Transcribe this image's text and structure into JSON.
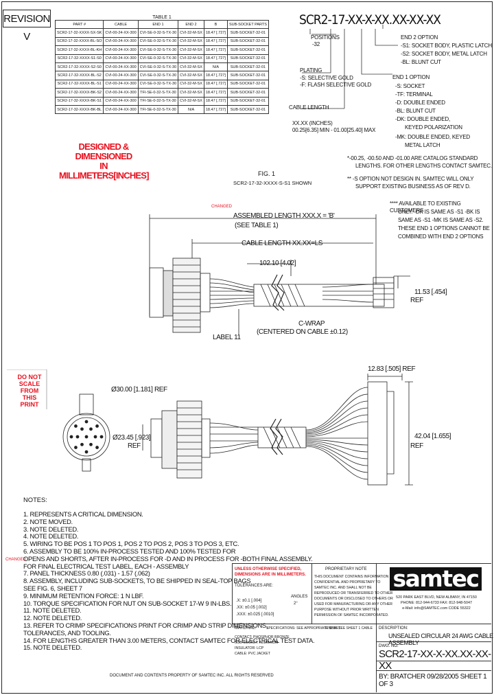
{
  "revision_label": "REVISION V",
  "part_title": "SCR2-17-XX-X-XX.XX-XX-XX",
  "table1": {
    "caption": "TABLE 1",
    "headers": [
      "PART #",
      "CABLE",
      "END 1",
      "END 2",
      "B",
      "SUB-SOCKET PARTS"
    ],
    "rows": [
      [
        "SCR2-17-32-XXXX-SX-SK",
        "CVI-00-24-XX-300",
        "CVI-SE-0-32-S-TX-30",
        "CVI-32-M-SX",
        "18.47 [.727]",
        "SUB-SOCKET-32-01"
      ],
      [
        "SCR2-17-32-XXXX-BL-SO",
        "CVI-00-24-XX-300",
        "CVI-SE-0-32-S-TX-30",
        "CVI-32-M-SX",
        "18.47 [.727]",
        "SUB-SOCKET-32-01"
      ],
      [
        "SCR2-17-32-XXXX-BL-KH",
        "CVI-00-24-XX-300",
        "CVI-SE-0-32-S-TX-30",
        "CVI-32-M-SX",
        "18.47 [.727]",
        "SUB-SOCKET-32-01"
      ],
      [
        "SCR2-17-32-XXXX-S1-S0",
        "CVI-00-24-XX-300",
        "CVI-SE-0-32-S-TX-30",
        "CVI-32-M-SX",
        "18.47 [.727]",
        "SUB-SOCKET-32-01"
      ],
      [
        "SCR2-17-32-XXXX-S2-S0",
        "CVI-00-24-XX-300",
        "CVI-SE-0-32-S-TX-30",
        "CVI-32-M-SX",
        "N/A",
        "SUB-SOCKET-32-01"
      ],
      [
        "SCR2-17-32-XXXX-BL-S2",
        "CVI-00-24-XX-300",
        "CVI-SE-0-32-S-TX-30",
        "CVI-32-M-SX",
        "18.47 [.727]",
        "SUB-SOCKET-32-01"
      ],
      [
        "SCR2-17-32-XXXX-BL-S1",
        "CVI-00-24-XX-300",
        "CVI-SE-0-32-S-TX-30",
        "CVI-32-M-SX",
        "18.47 [.727]",
        "SUB-SOCKET-32-01"
      ],
      [
        "SCR2-17-32-XXXX-BK-S2",
        "CVI-00-24-XX-300",
        "TFI-SE-0-32-S-TX-30",
        "CVI-32-M-SX",
        "18.47 [.727]",
        "SUB-SOCKET-32-01"
      ],
      [
        "SCR2-17-32-XXXX-BK-S1",
        "CVI-00-24-XX-300",
        "TFI-SE-0-32-S-TX-30",
        "CVI-32-M-SX",
        "18.47 [.727]",
        "SUB-SOCKET-32-01"
      ],
      [
        "SCR2-17-32-XXXX-BK-BL",
        "CVI-00-24-XX-300",
        "TFI-SE-0-32-S-TX-30",
        "N/A",
        "18.47 [.727]",
        "SUB-SOCKET-32-01"
      ]
    ]
  },
  "options": {
    "positions_title": "POSITIONS",
    "positions_value": "-32",
    "plating_title": "PLATING",
    "plating_lines": [
      "-S: SELECTIVE GOLD",
      "-F: FLASH SELECTIVE GOLD"
    ],
    "cable_length_title": "CABLE LENGTH",
    "cable_length_lines": [
      "XX.XX (INCHES)",
      "00.25[6.35] MIN - 01.00[25.40] MAX"
    ],
    "end2_title": "END 2 OPTION",
    "end2_lines": [
      "-S1: SOCKET BODY, PLASTIC LATCH",
      "-S2: SOCKET BODY, METAL LATCH",
      "-BL: BLUNT CUT"
    ],
    "end1_title": "END 1 OPTION",
    "end1_lines": [
      "-S: SOCKET",
      "-TF: TERMINAL",
      "-D: DOUBLE ENDED",
      "-BL: BLUNT CUT",
      "-DK: DOUBLE ENDED,",
      "KEYED POLARIZATION",
      "-MK: DOUBLE ENDED, KEYED",
      "METAL LATCH"
    ]
  },
  "designed_label": [
    "DESIGNED & DIMENSIONED",
    "IN MILLIMETERS[INCHES]"
  ],
  "std_notes": [
    "*-00.25, -00.50 AND -01.00 ARE CATALOG STANDARD",
    "LENGTHS. FOR OTHER LENGTHS CONTACT SAMTEC.",
    "** -S OPTION NOT DESIGN IN. SAMTEC WILL ONLY",
    "SUPPORT EXISTING BUSINESS AS OF REV D."
  ],
  "avail_notes": [
    "**** AVAILABLE TO EXISTING CUSTOMERS",
    "ONLY. -DK IS SAME AS -S1 -BK IS",
    "SAME AS -S1 -MK IS SAME AS -S2.",
    "THESE END 1 OPTIONS CANNOT BE",
    "COMBINED WITH END 2 OPTIONS"
  ],
  "fig1": {
    "title": "FIG. 1",
    "subtitle": "SCR2-17-32-XXXX-S-S1 SHOWN",
    "assembled_length": "ASSEMBLED LENGTH XXX.X = 'B'",
    "see_table": "(SEE TABLE 1)",
    "cable_length": "CABLE LENGTH XX.XX=LS",
    "dim_top": "102.10 [4.02]",
    "dim_right": "11.53 [.454]",
    "ref": "REF",
    "wrap_label": "C-WRAP",
    "wrap_note": "(CENTERED ON CABLE ±0.12)",
    "label_callout": "LABEL 11",
    "changed_mark": "CHANGED"
  },
  "do_not_scale": [
    "DO NOT",
    "SCALE FROM",
    "THIS PRINT"
  ],
  "lower_view": {
    "dia_ref": "Ø30.00 [1.181] REF",
    "dim_left": "Ø23.45 [.923]",
    "ref": "REF",
    "dim_top_right": "12.83 [.505] REF",
    "dim_right": "42.04 [1.655]",
    "ref2": "REF"
  },
  "notes_title": "NOTES:",
  "notes": [
    "1.   REPRESENTS A CRITICAL DIMENSION.",
    "2.   NOTE MOVED.",
    "3.   NOTE DELETED.",
    "4.   NOTE DELETED.",
    "5.   WIRING TO BE POS 1 TO POS 1, POS 2 TO POS 2, POS 3 TO POS 3, ETC.",
    "6.   ASSEMBLY TO BE 100% IN-PROCESS TESTED AND 100% TESTED FOR",
    "      OPENS AND SHORTS, AFTER IN-PROCESS FOR -D AND IN PROCESS FOR -BOTH FINAL ASSEMBLY.",
    "      FOR FINAL ELECTRICAL TEST LABEL, EACH - ASSEMBLY",
    "7.   PANEL THICKNESS 0.80 (.031) - 1.57 (.062)",
    "8.   ASSEMBLY, INCLUDING SUB-SOCKETS, TO BE SHIPPED IN SEAL-TOP BAGS",
    "      SEE FIG. 6, SHEET 7",
    "9.   MINIMUM RETENTION FORCE: 1 N LBF.",
    "10. TORQUE SPECIFICATION FOR NUT ON SUB-SOCKET 17-W 9 IN-LBS.",
    "11. NOTE DELETED.",
    "12. NOTE DELETED.",
    "13. REFER TO CRIMP SPECIFICATIONS PRINT FOR CRIMP AND STRIP DIMENSIONS,",
    "      TOLERANCES, AND TOOLING.",
    "14. FOR LENGTHS GREATER THAN 3.00 METERS, CONTACT SAMTEC FOR ELECTRICAL TEST DATA.",
    "15. NOTE DELETED."
  ],
  "notes_red_mark": "CHANGED",
  "bottom_footer": "DOCUMENT AND CONTENTS PROPERTY OF SAMTEC INC. ALL RIGHTS RESERVED",
  "title_block": {
    "unless": "UNLESS OTHERWISE SPECIFIED,",
    "dims_mm": "DIMENSIONS ARE IN MILLIMETERS.",
    "tolerances": "TOLERANCES ARE:",
    "angles_label": "ANGLES",
    "angles_value": "2°",
    "tol_lines": [
      ".X: ±0.1 [.004]",
      ".XX: ±0.05 [.002]",
      ".XXX: ±0.025 [.0010]"
    ],
    "proprietary_title": "PROPRIETARY NOTE",
    "proprietary_lines": [
      "THIS DOCUMENT CONTAINS INFORMATION",
      "CONFIDENTIAL AND PROPRIETARY TO",
      "SAMTEC INC. AND SHALL NOT BE",
      "REPRODUCED OR TRANSFERRED TO OTHER",
      "DOCUMENTS OR DISCLOSED TO OTHERS OR",
      "USED FOR MANUFACTURING OR ANY OTHER",
      "PURPOSE WITHOUT PRIOR WRITTEN",
      "PERMISSION OF SAMTEC INCORPORATED."
    ],
    "material_label": "MATERIAL:",
    "material_lines": [
      "CONTACT: PHOSPHOR BRONZE",
      "SUB-SOCKET: ALUMINUM",
      "INSULATOR: LCP",
      "CABLE: PVC JACKET"
    ],
    "material_col2": "SPECIFICATIONS: SEE APPROPRIATE SHEET",
    "material_col3": "FINISH: SEE SHEET 1 CABLE",
    "company_logo": "samtec",
    "address_lines": [
      "520 PARK EAST BLVD, NEW ALBANY, IN 47150",
      "PHONE: 812-944-6733  FAX: 812-948-5047",
      "e-Mail: info@SAMTEC.com  CODE 55322"
    ],
    "description_label": "DESCRIPTION:",
    "description": "UNSEALED CIRCULAR 24 AWG CABLE ASSEMBLY",
    "dwg_no_label": "DWG. NO.",
    "dwg_no": "SCR2-17-XX-X-XX.XX-XX-XX",
    "by_line": "BY:  BRATCHER  09/28/2005    SHEET 1 OF 3"
  }
}
